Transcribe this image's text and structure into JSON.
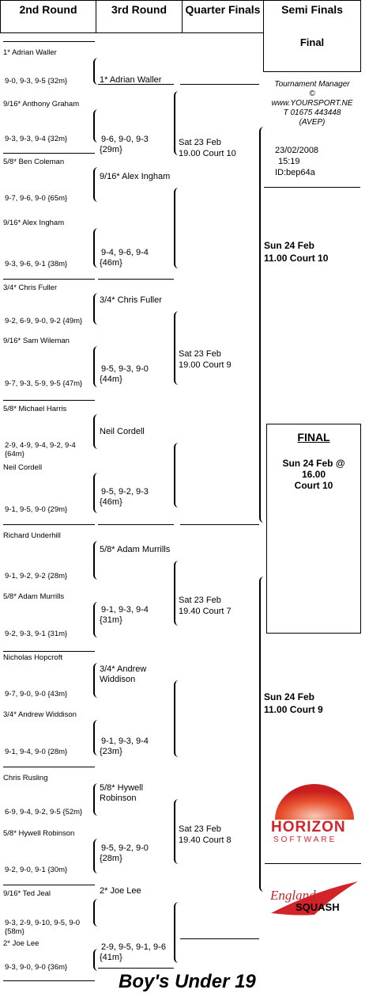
{
  "headers": {
    "round2": "2nd Round",
    "round3": "3rd Round",
    "qf": "Quarter Finals",
    "sf": "Semi Finals",
    "final": "Final"
  },
  "tm": {
    "line1": "Tournament Manager",
    "line2": "©",
    "line3": "www.YOURSPORT.NE",
    "line4": "T 01675 443448",
    "line5": "(AVEP)",
    "date": "23/02/2008",
    "time": "15:19",
    "id": "ID:bep64a"
  },
  "r2": [
    {
      "name": "1* Adrian Waller",
      "score": "9-0, 9-3, 9-5 {32m}"
    },
    {
      "name": "9/16* Anthony Graham",
      "score": "9-3, 9-3, 9-4 {32m}"
    },
    {
      "name": "5/8* Ben Coleman",
      "score": "9-7, 9-6, 9-0 {65m}"
    },
    {
      "name": "9/16* Alex Ingham",
      "score": "9-3, 9-6, 9-1 {38m}"
    },
    {
      "name": "3/4* Chris Fuller",
      "score": "9-2, 6-9, 9-0, 9-2 {49m}"
    },
    {
      "name": "9/16* Sam Wileman",
      "score": "9-7, 9-3, 5-9, 9-5 {47m}"
    },
    {
      "name": "5/8* Michael Harris",
      "score": "2-9, 4-9, 9-4, 9-2, 9-4 {64m}"
    },
    {
      "name": "Neil Cordell",
      "score": "9-1, 9-5, 9-0 {29m}"
    },
    {
      "name": "Richard Underhill",
      "score": "9-1, 9-2, 9-2 {28m}"
    },
    {
      "name": "5/8* Adam Murrills",
      "score": "9-2, 9-3, 9-1 {31m}"
    },
    {
      "name": "Nicholas Hopcroft",
      "score": "9-7, 9-0, 9-0 {43m}"
    },
    {
      "name": "3/4* Andrew Widdison",
      "score": "9-1, 9-4, 9-0 {28m}"
    },
    {
      "name": "Chris Rusling",
      "score": "6-9, 9-4, 9-2, 9-5 {52m}"
    },
    {
      "name": "5/8* Hywell Robinson",
      "score": "9-2, 9-0, 9-1 {30m}"
    },
    {
      "name": "9/16* Ted Jeal",
      "score": "9-3, 2-9, 9-10, 9-5, 9-0 {58m}"
    },
    {
      "name": "2* Joe Lee",
      "score": "9-3, 9-0, 9-0 {36m}"
    }
  ],
  "r3": [
    {
      "name": "1* Adrian Waller",
      "score1": "9-6, 9-0, 9-3",
      "score2": "{29m}"
    },
    {
      "name": "9/16* Alex Ingham",
      "score1": "9-4, 9-6, 9-4",
      "score2": "{46m}"
    },
    {
      "name": "3/4* Chris Fuller",
      "score1": "9-5, 9-3, 9-0",
      "score2": "{44m}"
    },
    {
      "name": "Neil Cordell",
      "score1": "9-5, 9-2, 9-3",
      "score2": "{46m}"
    },
    {
      "name": "5/8* Adam Murrills",
      "score1": "9-1, 9-3, 9-4",
      "score2": "{31m}"
    },
    {
      "name": "3/4* Andrew Widdison",
      "score1": "9-1, 9-3, 9-4",
      "score2": "{23m}"
    },
    {
      "name": "5/8* Hywell Robinson",
      "score1": "9-5, 9-2, 9-0",
      "score2": "{28m}"
    },
    {
      "name": "2* Joe Lee",
      "score1": "2-9, 9-5, 9-1, 9-6",
      "score2": "{41m}"
    }
  ],
  "qf": [
    {
      "l1": "Sat 23 Feb",
      "l2": "19.00 Court 10"
    },
    {
      "l1": "Sat 23 Feb",
      "l2": "19.00 Court 9"
    },
    {
      "l1": "Sat 23 Feb",
      "l2": "19.40 Court 7"
    },
    {
      "l1": "Sat 23 Feb",
      "l2": "19.40 Court 8"
    }
  ],
  "sf": [
    {
      "l1": "Sun 24 Feb",
      "l2": "11.00 Court 10"
    },
    {
      "l1": "Sun 24 Feb",
      "l2": "11.00 Court 9"
    }
  ],
  "finalbox": {
    "title": "FINAL",
    "l1": "Sun 24 Feb @",
    "l2": "16.00",
    "l3": "Court 10"
  },
  "logos": {
    "horizon1": "HORIZON",
    "horizon2": "SOFTWARE",
    "england1": "England",
    "england2": "SQUASH"
  },
  "footer": "Boy's Under 19"
}
